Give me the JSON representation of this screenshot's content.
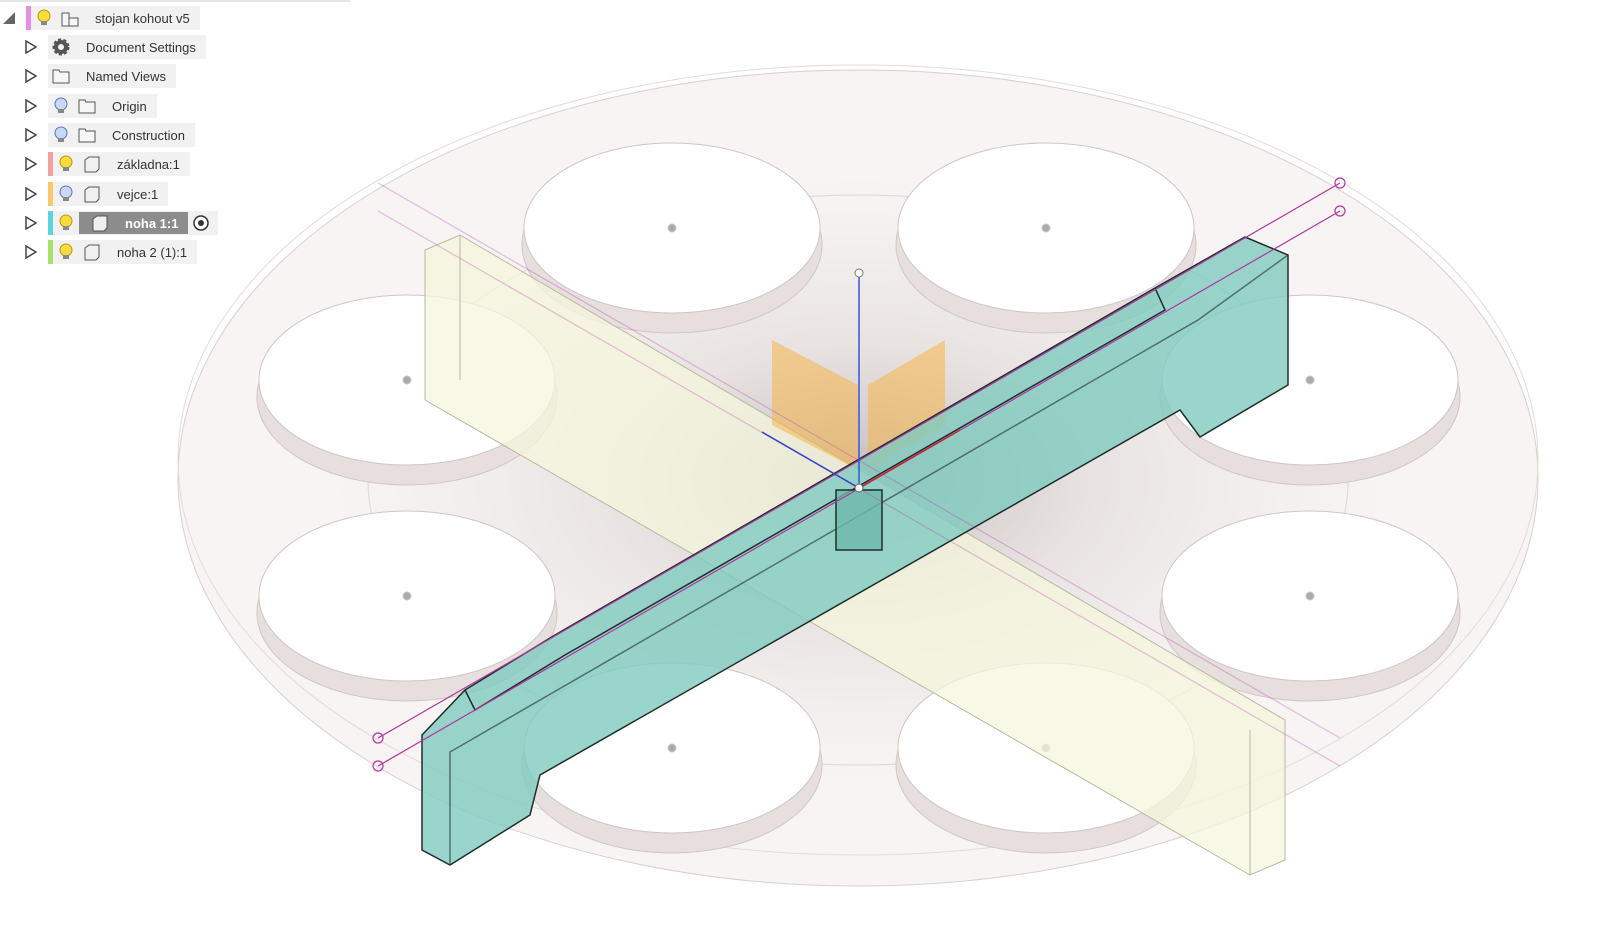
{
  "browser": {
    "root": {
      "label": "stojan kohout v5",
      "color": "#e58ee5"
    },
    "items": [
      {
        "label": "Document Settings",
        "icon": "gear-icon"
      },
      {
        "label": "Named Views",
        "icon": "folder-icon"
      },
      {
        "label": "Origin",
        "icon": "folder-icon",
        "visible": false
      },
      {
        "label": "Construction",
        "icon": "folder-icon",
        "visible": false
      },
      {
        "label": "základna:1",
        "icon": "component-icon",
        "color": "#f5a0a0",
        "visible": true
      },
      {
        "label": "vejce:1",
        "icon": "component-icon",
        "color": "#f7c96a",
        "visible": false
      },
      {
        "label": "noha 1:1",
        "icon": "component-icon",
        "color": "#5ad4dd",
        "visible": true,
        "active": true
      },
      {
        "label": "noha 2 (1):1",
        "icon": "component-icon",
        "color": "#a8e06a",
        "visible": true
      }
    ]
  },
  "colors": {
    "teal": "#7fcbbf",
    "base": "#f3efee",
    "orange": "#f5b54a",
    "sketch": "#b0369f"
  }
}
